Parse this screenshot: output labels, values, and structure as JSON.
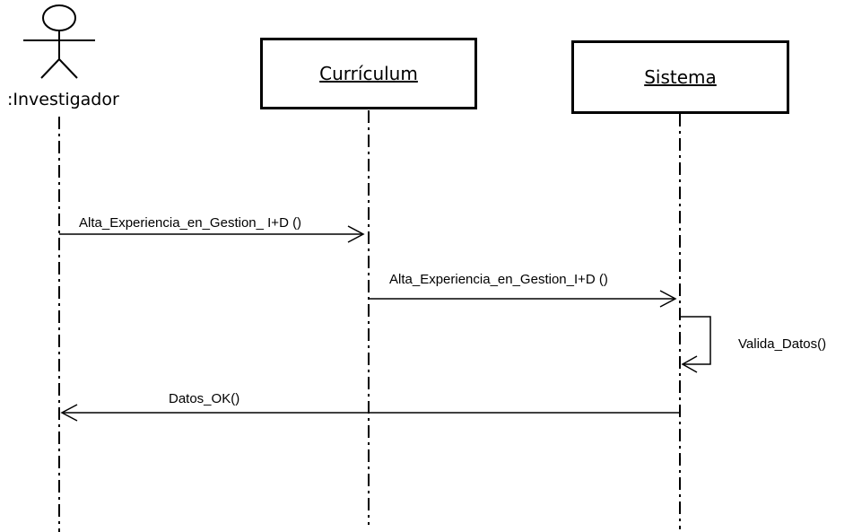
{
  "participants": {
    "actor": ":Investigador",
    "curriculum": "Currículum",
    "sistema": "Sistema"
  },
  "messages": {
    "m1": "Alta_Experiencia_en_Gestion_ I+D ()",
    "m2": "Alta_Experiencia_en_Gestion_I+D ()",
    "m3": "Valida_Datos()",
    "m4": "Datos_OK()"
  },
  "colors": {
    "line": "#000000",
    "background": "#ffffff"
  }
}
